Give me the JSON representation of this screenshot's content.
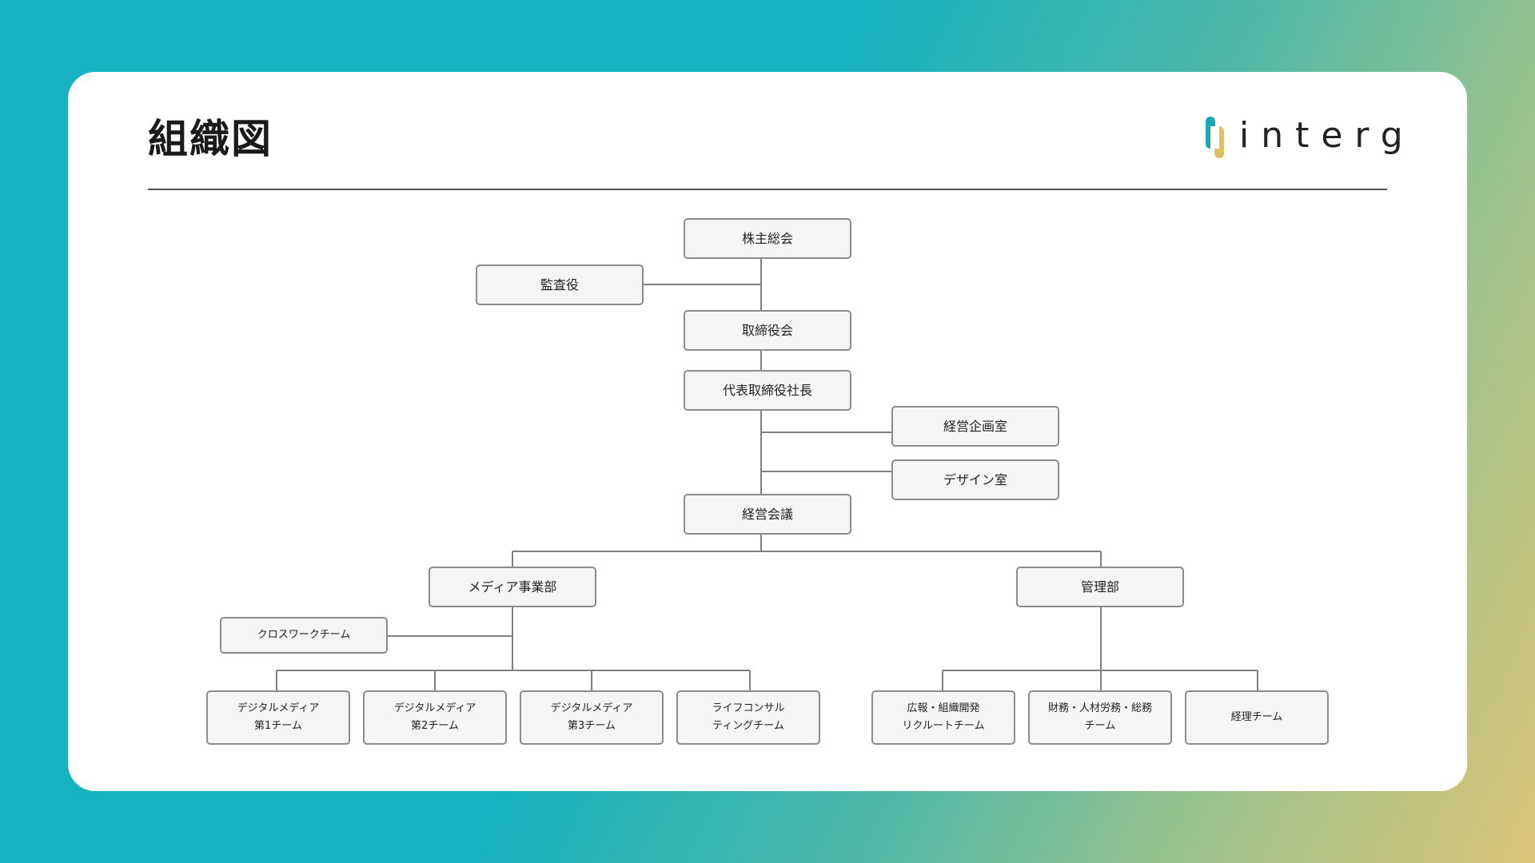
{
  "header": {
    "title": "組織図",
    "logo_text": "interg"
  },
  "colors": {
    "logo_mark_teal": "#1aa6b7",
    "logo_mark_gold": "#e2bf63",
    "node_border": "#8c8c8c",
    "node_fill": "#f5f5f5",
    "connector": "#808080"
  },
  "org": {
    "shareholders": "株主総会",
    "auditor": "監査役",
    "board": "取締役会",
    "ceo": "代表取締役社長",
    "planning_office": "経営企画室",
    "design_office": "デザイン室",
    "management_meeting": "経営会議",
    "media_division": "メディア事業部",
    "admin_division": "管理部",
    "crosswork_team": "クロスワークチーム",
    "media_teams": [
      {
        "line1": "デジタルメディア",
        "line2": "第1チーム"
      },
      {
        "line1": "デジタルメディア",
        "line2": "第2チーム"
      },
      {
        "line1": "デジタルメディア",
        "line2": "第3チーム"
      },
      {
        "line1": "ライフコンサル",
        "line2": "ティングチーム"
      }
    ],
    "admin_teams": [
      {
        "line1": "広報・組織開発",
        "line2": "リクルートチーム"
      },
      {
        "line1": "財務・人材労務・総務",
        "line2": "チーム"
      },
      {
        "line1": "経理チーム",
        "line2": ""
      }
    ]
  }
}
